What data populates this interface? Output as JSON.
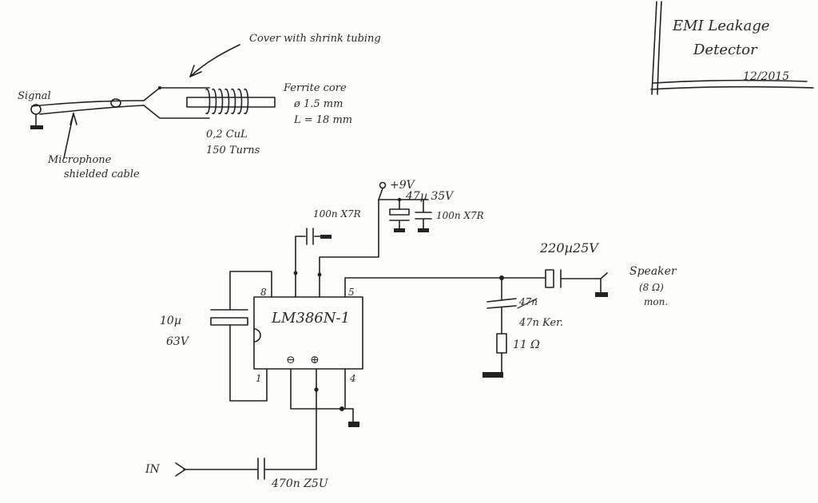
{
  "title_block": {
    "title_line1": "EMI Leakage",
    "title_line2": "Detector",
    "date": "12/2015"
  },
  "probe": {
    "cover_note": "Cover with shrink tubing",
    "signal_label": "Signal",
    "cable_label_line1": "Microphone",
    "cable_label_line2": "shielded cable",
    "core_label_line1": "Ferrite core",
    "core_label_line2": "ø 1.5 mm",
    "core_label_line3": "L = 18 mm",
    "wire_label_line1": "0,2 CuL",
    "wire_label_line2": "150 Turns"
  },
  "amplifier": {
    "ic_label": "LM386N-1",
    "pin_1": "1",
    "pin_4": "4",
    "pin_5": "5",
    "pin_8": "8",
    "pin_minus": "⊖",
    "pin_plus": "⊕"
  },
  "components": {
    "supply": "+9V",
    "elcap_supply": "47µ 35V",
    "cap_supply": "100n X7R",
    "cap_pin7": "100n X7R",
    "gain_cap_line1": "10µ",
    "gain_cap_line2": "63V",
    "out_cap": "220µ25V",
    "zobel_old": "47n",
    "zobel_cap": "47n Ker.",
    "zobel_res": "11 Ω",
    "input_label": "IN",
    "input_cap": "470n Z5U",
    "speaker_line1": "Speaker",
    "speaker_line2": "(8 Ω)",
    "speaker_line3": "mon."
  }
}
